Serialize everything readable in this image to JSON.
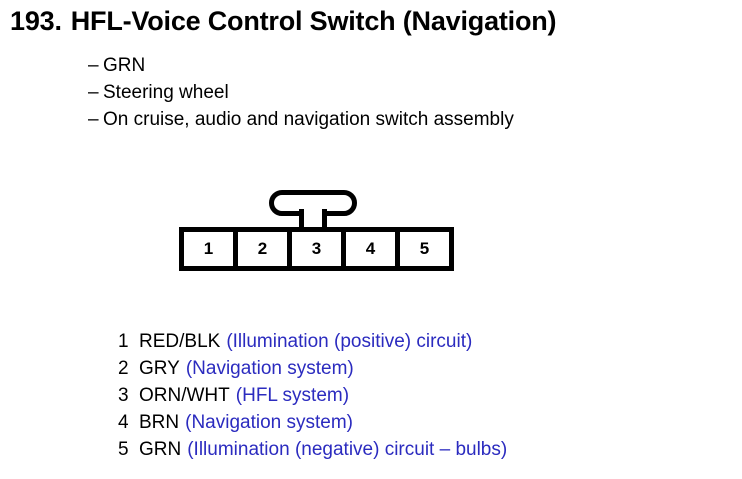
{
  "header": {
    "number": "193.",
    "title": "HFL-Voice Control Switch (Navigation)"
  },
  "features": {
    "dash": "–",
    "items": [
      "GRN",
      "Steering wheel",
      "On cruise, audio and navigation switch assembly"
    ]
  },
  "connector": {
    "pins": [
      "1",
      "2",
      "3",
      "4",
      "5"
    ],
    "latch_over_pin": "3"
  },
  "pin_legend": [
    {
      "pin": "1",
      "wire": "RED/BLK",
      "desc": "(Illumination (positive) circuit)"
    },
    {
      "pin": "2",
      "wire": "GRY",
      "desc": "(Navigation system)"
    },
    {
      "pin": "3",
      "wire": "ORN/WHT",
      "desc": "(HFL system)"
    },
    {
      "pin": "4",
      "wire": "BRN",
      "desc": "(Navigation system)"
    },
    {
      "pin": "5",
      "wire": "GRN",
      "desc": "(Illumination (negative) circuit – bulbs)"
    }
  ],
  "colors": {
    "text": "#000000",
    "description": "#2b2bbf",
    "background": "#ffffff"
  }
}
